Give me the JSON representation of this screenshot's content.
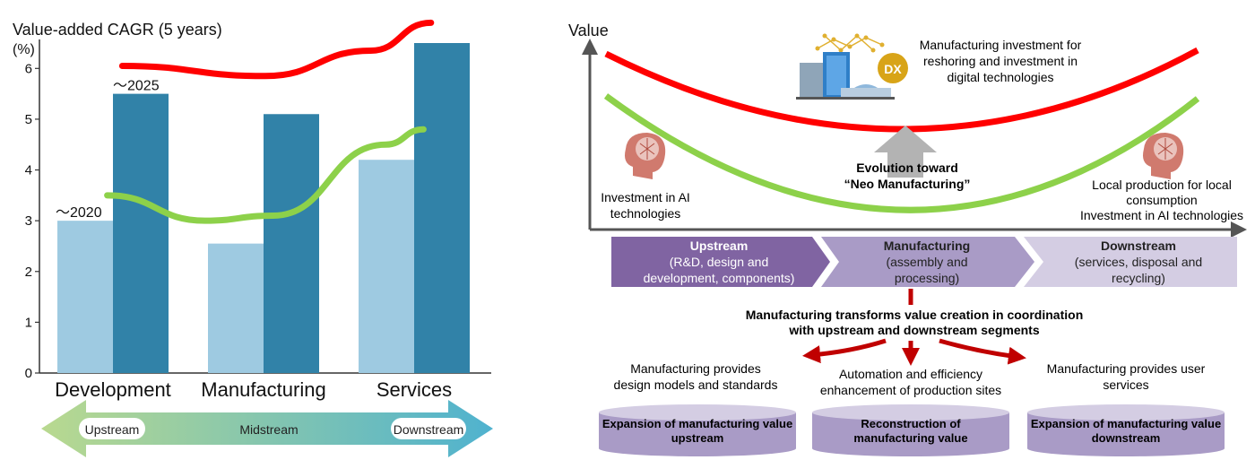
{
  "chart_data": {
    "type": "bar",
    "title": "Value-added CAGR (5 years)",
    "ylabel": "(%)",
    "xlabel": "",
    "ylim": [
      0,
      6.5
    ],
    "yticks": [
      0,
      1,
      2,
      3,
      4,
      5,
      6
    ],
    "grid": false,
    "categories": [
      "Development",
      "Manufacturing",
      "Services"
    ],
    "series": [
      {
        "name": "～2020",
        "color": "#9ecae1",
        "values": [
          3.0,
          2.55,
          4.2
        ]
      },
      {
        "name": "～2025",
        "color": "#3182a8",
        "values": [
          5.5,
          5.1,
          6.5
        ]
      }
    ],
    "curves": [
      {
        "color": "#ff0000",
        "points": [
          [
            0.55,
            6.05
          ],
          [
            1.5,
            5.85
          ],
          [
            2.2,
            6.35
          ],
          [
            2.6,
            6.9
          ]
        ]
      },
      {
        "color": "#8dd14a",
        "points": [
          [
            0.45,
            3.5
          ],
          [
            1.1,
            3.0
          ],
          [
            1.55,
            3.1
          ],
          [
            2.3,
            4.5
          ],
          [
            2.55,
            4.8
          ]
        ]
      }
    ],
    "bottom_arrow": {
      "labels": [
        "Upstream",
        "Midstream",
        "Downstream"
      ],
      "colors": [
        "#b9d98f",
        "#4fb2cf"
      ]
    }
  },
  "right_diagram": {
    "y_axis_label": "Value",
    "top_caption": [
      "Manufacturing investment for",
      "reshoring and investment in",
      "digital technologies"
    ],
    "dx_badge": "DX",
    "left_caption": [
      "Investment in AI",
      "technologies"
    ],
    "right_caption": [
      "Local production for local",
      "consumption",
      "Investment in AI technologies"
    ],
    "evolution_label": [
      "Evolution toward",
      "“Neo Manufacturing”"
    ],
    "chain": [
      {
        "title": "Upstream",
        "lines": [
          "(R&D, design and",
          "development, components)"
        ],
        "color": "#8064a2",
        "text_color": "#ffffff"
      },
      {
        "title": "Manufacturing",
        "lines": [
          "(assembly and",
          "processing)"
        ],
        "color": "#a99bc6",
        "text_color": "#222222"
      },
      {
        "title": "Downstream",
        "lines": [
          "(services, disposal and",
          "recycling)"
        ],
        "color": "#d4cde3",
        "text_color": "#222222"
      }
    ],
    "transform_caption": [
      "Manufacturing transforms value creation in coordination",
      "with upstream and downstream segments"
    ],
    "outcomes": [
      {
        "caption": [
          "Manufacturing provides",
          "design models and standards"
        ],
        "cylinder": [
          "Expansion of manufacturing value",
          "upstream"
        ]
      },
      {
        "caption": [
          "Automation and efficiency",
          "enhancement of production sites"
        ],
        "cylinder": [
          "Reconstruction of",
          "manufacturing value"
        ]
      },
      {
        "caption": [
          "Manufacturing provides user",
          "services"
        ],
        "cylinder": [
          "Expansion of manufacturing value",
          "downstream"
        ]
      }
    ],
    "colors": {
      "red_curve": "#ff0000",
      "green_curve": "#8dd14a",
      "arrow_red": "#c00000",
      "cylinder": "#a99bc6",
      "cylinder_top": "#d4cde3",
      "up_arrow": "#b3b3b3"
    }
  }
}
